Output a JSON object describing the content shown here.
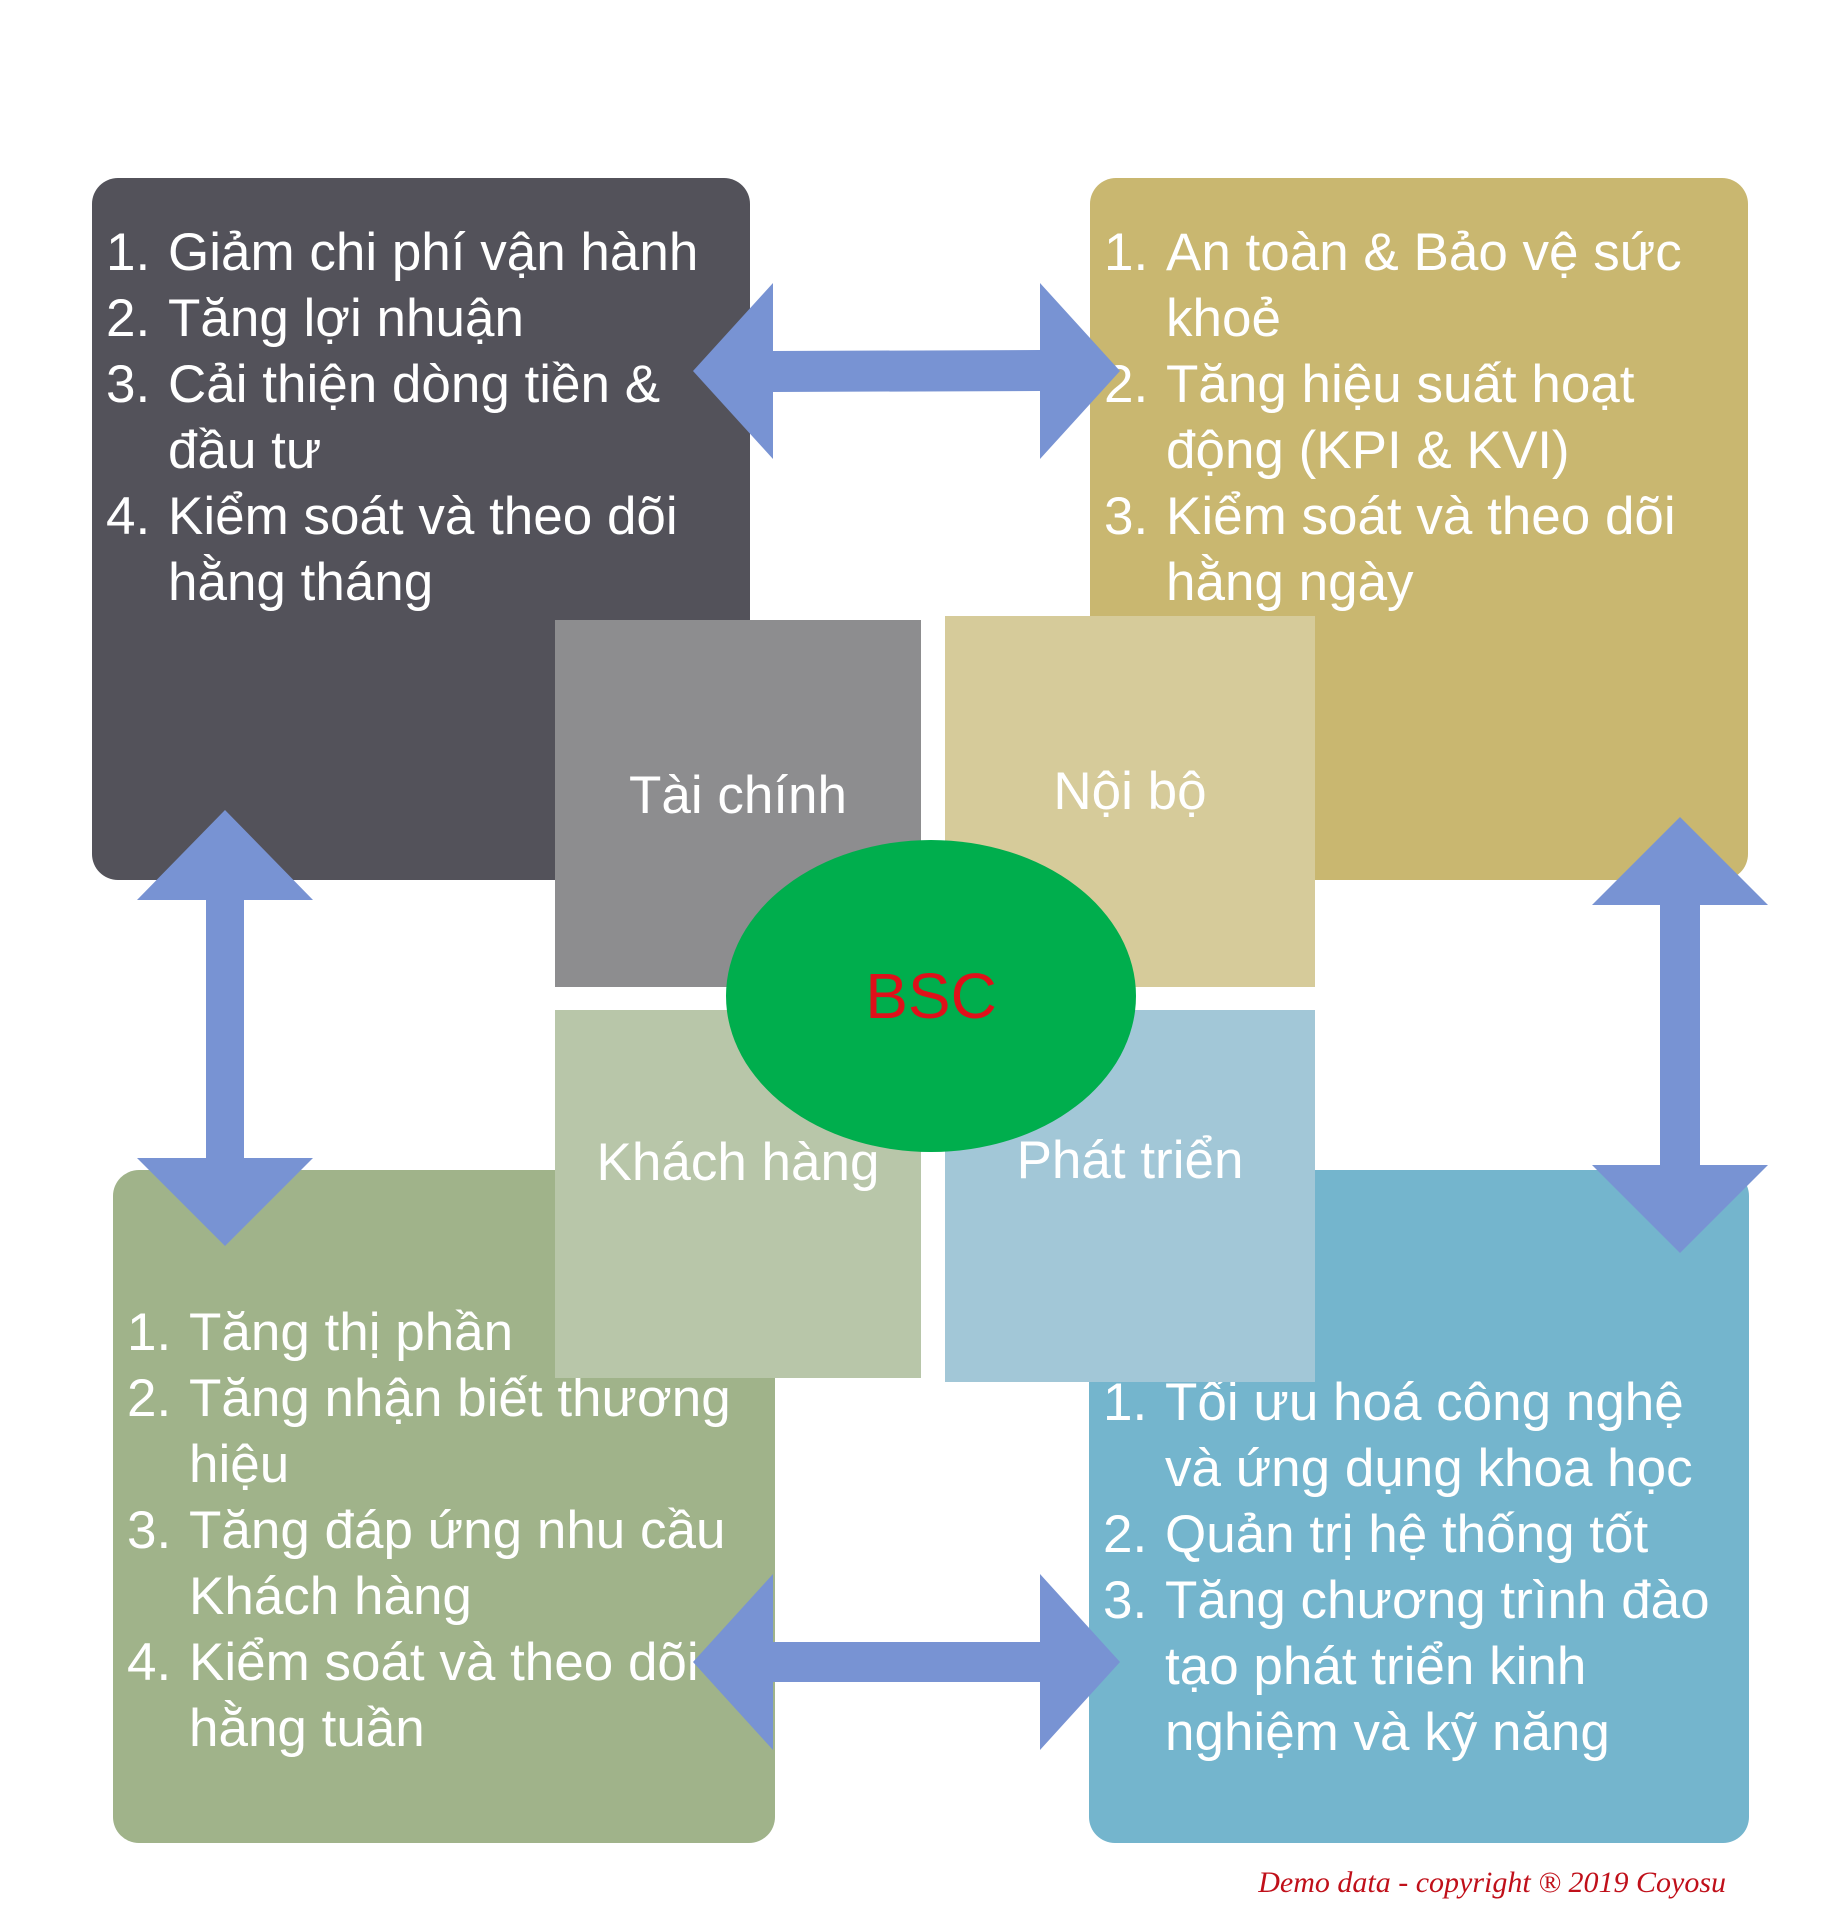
{
  "colors": {
    "financial_box": "#53525a",
    "internal_box": "#c9b770",
    "customer_box": "#a0b38a",
    "growth_box": "#74b5cd",
    "arrow": "#7893d3",
    "center_ellipse": "#00ae4d",
    "center_text": "#e0101a",
    "footer_text": "#c0101a"
  },
  "center": {
    "label": "BSC"
  },
  "quadrants": {
    "financial": "Tài chính",
    "internal": "Nội bộ",
    "customer": "Khách hàng",
    "growth": "Phát triển"
  },
  "boxes": {
    "financial": {
      "items": [
        {
          "num": "1.",
          "text": "Giảm chi phí vận hành"
        },
        {
          "num": "2.",
          "text": "Tăng lợi nhuận"
        },
        {
          "num": "3.",
          "text": "Cải thiện dòng tiền & đầu tư"
        },
        {
          "num": "4.",
          "text": "Kiểm soát và theo dõi hằng tháng"
        }
      ]
    },
    "internal": {
      "items": [
        {
          "num": "1.",
          "text": "An toàn & Bảo vệ sức khoẻ"
        },
        {
          "num": "2.",
          "text": "Tăng hiệu suất hoạt động (KPI & KVI)"
        },
        {
          "num": "3.",
          "text": "Kiểm soát và theo dõi hằng ngày"
        }
      ]
    },
    "customer": {
      "items": [
        {
          "num": "1.",
          "text": "Tăng thị phần"
        },
        {
          "num": "2.",
          "text": "Tăng nhận biết thương hiệu"
        },
        {
          "num": "3.",
          "text": "Tăng đáp ứng nhu cầu Khách hàng"
        },
        {
          "num": "4.",
          "text": "Kiểm soát và theo dõi hằng tuần"
        }
      ]
    },
    "growth": {
      "items": [
        {
          "num": "1.",
          "text": "Tối ưu hoá công nghệ và ứng dụng khoa học"
        },
        {
          "num": "2.",
          "text": "Quản trị hệ thống tốt"
        },
        {
          "num": "3.",
          "text": "Tăng chương trình đào tạo phát triển kinh nghiệm và kỹ năng"
        }
      ]
    }
  },
  "footer": {
    "note": "Demo data - copyright  ® 2019 Coyosu"
  }
}
